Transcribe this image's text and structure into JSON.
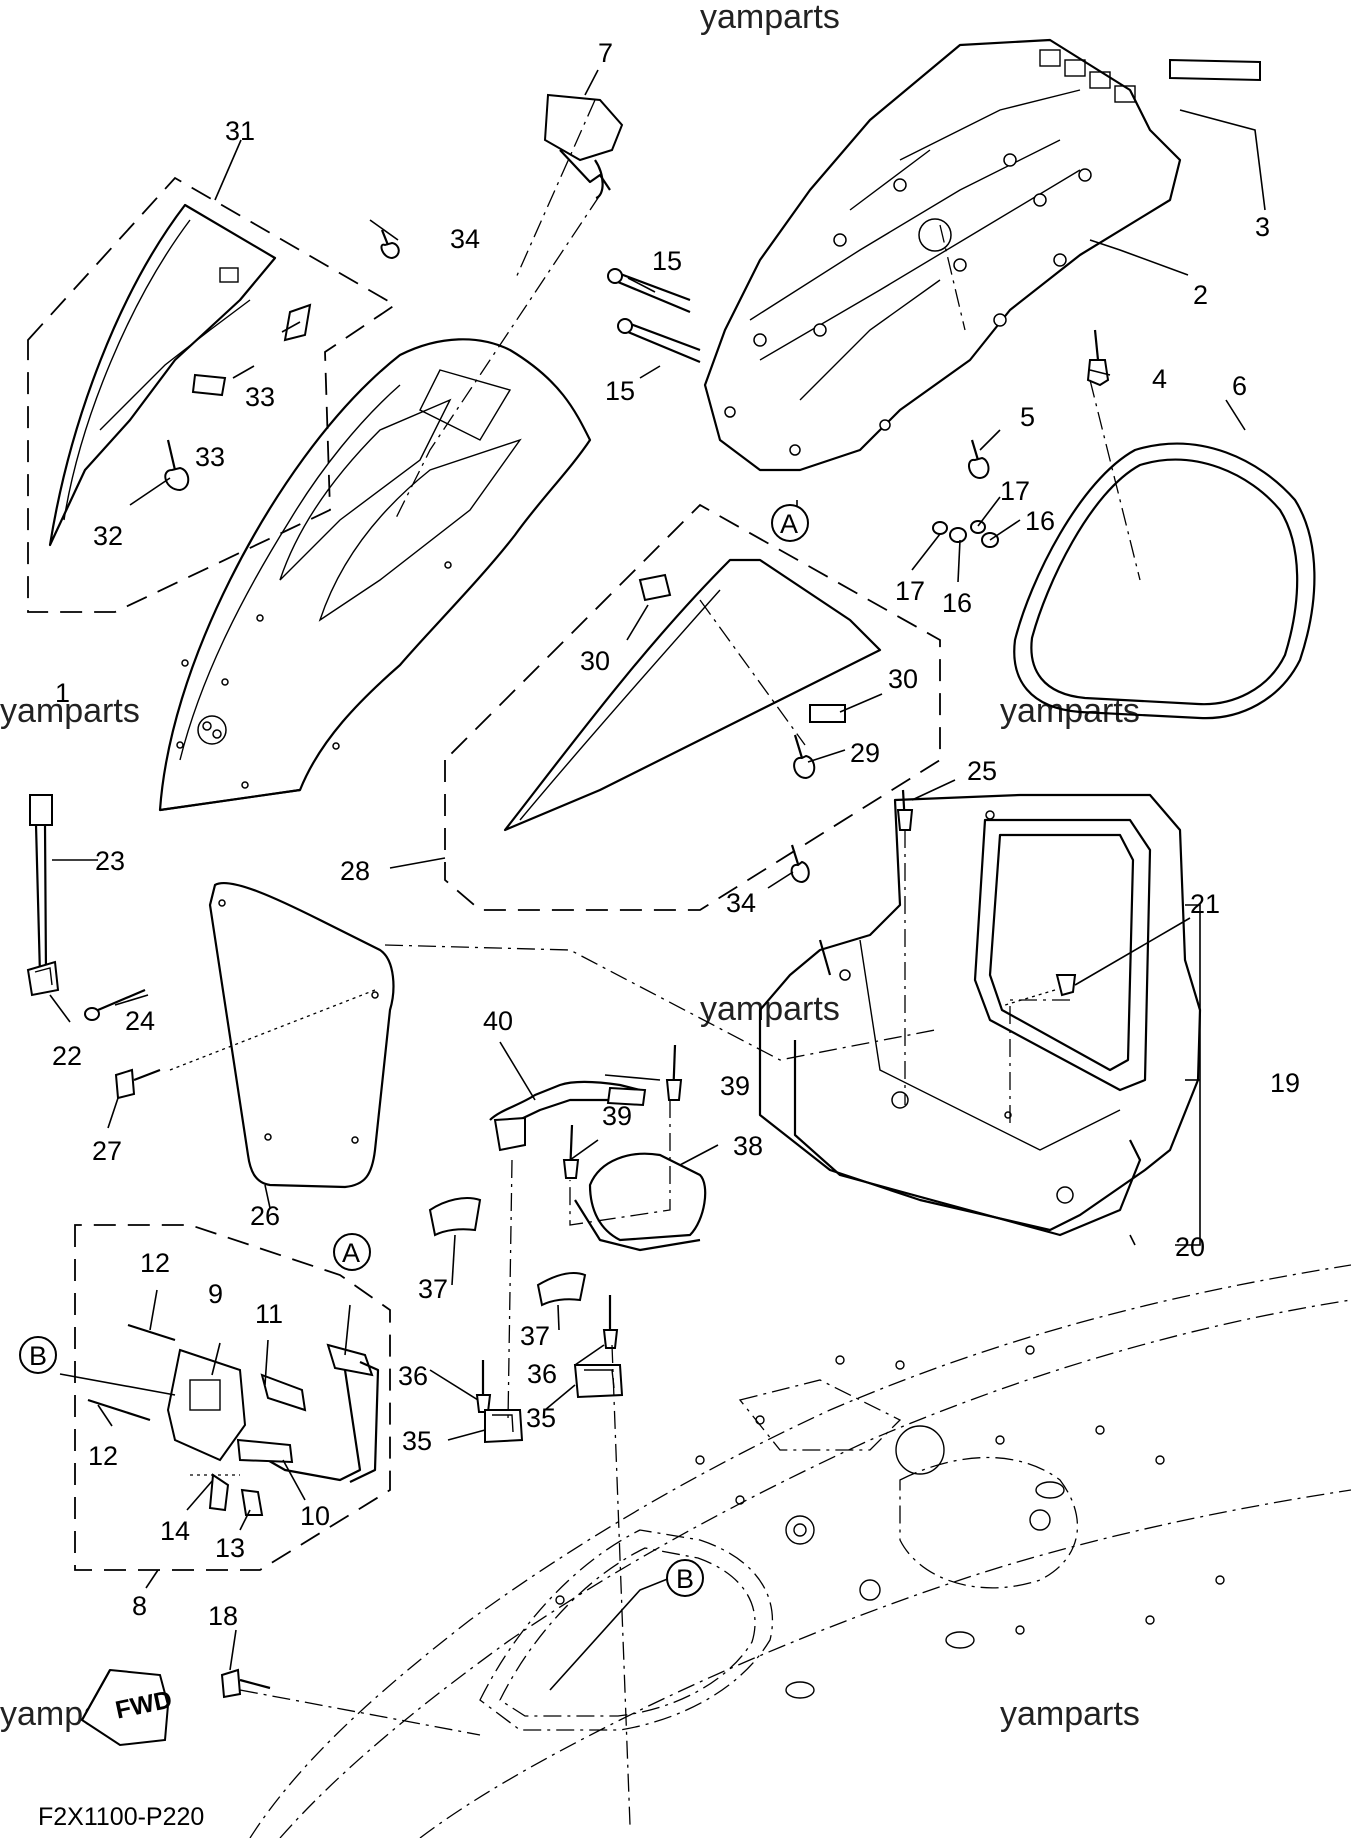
{
  "watermark": "yamparts",
  "diagram_code": "F2X1100-P220",
  "fwd_label": "FWD",
  "callouts": {
    "c1": "1",
    "c2": "2",
    "c3": "3",
    "c4": "4",
    "c5": "5",
    "c6": "6",
    "c7": "7",
    "c8": "8",
    "c9": "9",
    "c10": "10",
    "c11": "11",
    "c12a": "12",
    "c12b": "12",
    "c13": "13",
    "c14": "14",
    "c15a": "15",
    "c15b": "15",
    "c16a": "16",
    "c16b": "16",
    "c17a": "17",
    "c17b": "17",
    "c18": "18",
    "c19": "19",
    "c20": "20",
    "c21": "21",
    "c22": "22",
    "c23": "23",
    "c24": "24",
    "c25": "25",
    "c26": "26",
    "c27": "27",
    "c28": "28",
    "c29": "29",
    "c30a": "30",
    "c30b": "30",
    "c31": "31",
    "c32": "32",
    "c33a": "33",
    "c33b": "33",
    "c34a": "34",
    "c34b": "34",
    "c35a": "35",
    "c35b": "35",
    "c36a": "36",
    "c36b": "36",
    "c37a": "37",
    "c37b": "37",
    "c38": "38",
    "c39a": "39",
    "c39b": "39",
    "c40": "40"
  },
  "ref_markers": {
    "A1": "A",
    "A2": "A",
    "B1": "B",
    "B2": "B"
  }
}
